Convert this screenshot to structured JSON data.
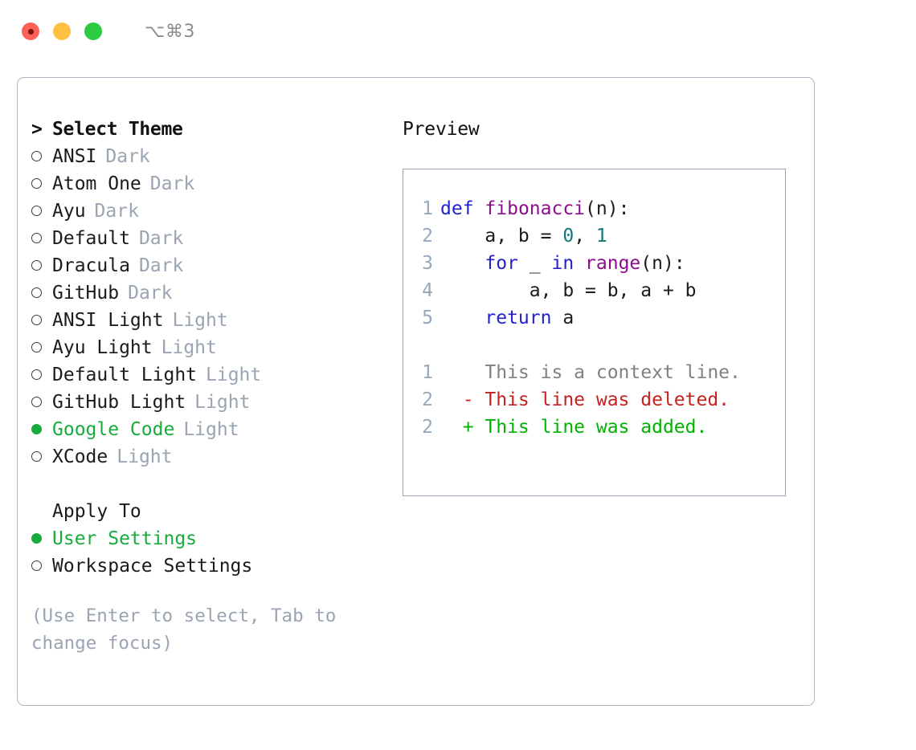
{
  "window": {
    "shortcut": "⌥⌘3",
    "traffic_lights": [
      "close-red",
      "minimize-yellow",
      "maximize-green"
    ],
    "colors": {
      "red": "#fc6058",
      "yellow": "#fec041",
      "green": "#2dcb42",
      "panel_border": "#adb7c4",
      "preview_border": "#96a3b4",
      "accent_green": "#17ac3c",
      "muted": "#9aa4b2"
    }
  },
  "theme_picker": {
    "header": "Select Theme",
    "prompt": ">",
    "items": [
      {
        "name": "ANSI",
        "variant": "Dark",
        "selected": false
      },
      {
        "name": "Atom One",
        "variant": "Dark",
        "selected": false
      },
      {
        "name": "Ayu",
        "variant": "Dark",
        "selected": false
      },
      {
        "name": "Default",
        "variant": "Dark",
        "selected": false
      },
      {
        "name": "Dracula",
        "variant": "Dark",
        "selected": false
      },
      {
        "name": "GitHub",
        "variant": "Dark",
        "selected": false
      },
      {
        "name": "ANSI Light",
        "variant": "Light",
        "selected": false
      },
      {
        "name": "Ayu Light",
        "variant": "Light",
        "selected": false
      },
      {
        "name": "Default Light",
        "variant": "Light",
        "selected": false
      },
      {
        "name": "GitHub Light",
        "variant": "Light",
        "selected": false
      },
      {
        "name": "Google Code",
        "variant": "Light",
        "selected": true
      },
      {
        "name": "XCode",
        "variant": "Light",
        "selected": false
      }
    ]
  },
  "apply_to": {
    "label": "Apply To",
    "options": [
      {
        "name": "User Settings",
        "selected": true
      },
      {
        "name": "Workspace Settings",
        "selected": false
      }
    ]
  },
  "hint": "(Use Enter to select, Tab to change focus)",
  "preview": {
    "title": "Preview",
    "code_lines": [
      {
        "num": "1",
        "tokens": [
          {
            "t": "def",
            "c": "kw"
          },
          {
            "t": " ",
            "c": "pun"
          },
          {
            "t": "fibonacci",
            "c": "fn"
          },
          {
            "t": "(n):",
            "c": "pun"
          }
        ]
      },
      {
        "num": "2",
        "tokens": [
          {
            "t": "    a, b = ",
            "c": "pun"
          },
          {
            "t": "0",
            "c": "num"
          },
          {
            "t": ", ",
            "c": "pun"
          },
          {
            "t": "1",
            "c": "num"
          }
        ]
      },
      {
        "num": "3",
        "tokens": [
          {
            "t": "    ",
            "c": "pun"
          },
          {
            "t": "for",
            "c": "kw"
          },
          {
            "t": " _ ",
            "c": "pun"
          },
          {
            "t": "in",
            "c": "kw"
          },
          {
            "t": " ",
            "c": "pun"
          },
          {
            "t": "range",
            "c": "fn"
          },
          {
            "t": "(n):",
            "c": "pun"
          }
        ]
      },
      {
        "num": "4",
        "tokens": [
          {
            "t": "        a, b = b, a + b",
            "c": "pun"
          }
        ]
      },
      {
        "num": "5",
        "tokens": [
          {
            "t": "    ",
            "c": "pun"
          },
          {
            "t": "return",
            "c": "kw"
          },
          {
            "t": " a",
            "c": "pun"
          }
        ]
      }
    ],
    "diff_lines": [
      {
        "num": "1",
        "marker": " ",
        "text": "This is a context line.",
        "kind": "d-ctx"
      },
      {
        "num": "2",
        "marker": "-",
        "text": "This line was deleted.",
        "kind": "d-del"
      },
      {
        "num": "2",
        "marker": "+",
        "text": "This line was added.",
        "kind": "d-add"
      }
    ]
  }
}
